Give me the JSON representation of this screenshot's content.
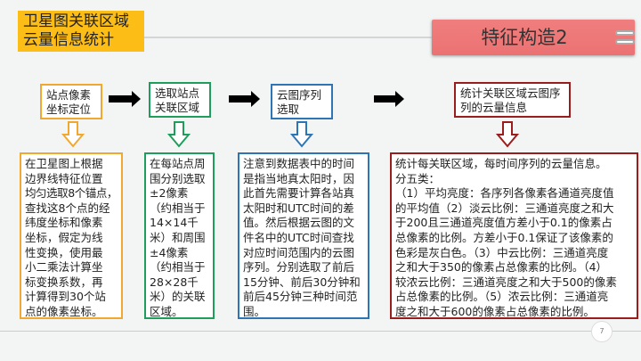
{
  "title_lines": [
    "卫星图关联区域",
    "云量信息统计"
  ],
  "section_title": "特征构造2",
  "colors": {
    "step1": "#f0a830",
    "step2": "#1e9e5a",
    "step3": "#2e75b6",
    "step4": "#9b1c1c",
    "title_bg": "#fbbd16",
    "section_bg": "#ee7777"
  },
  "steps": [
    {
      "lines": [
        "站点像素",
        "坐标定位"
      ]
    },
    {
      "lines": [
        "选取站点",
        "关联区域"
      ]
    },
    {
      "lines": [
        "云图序列",
        "选取"
      ]
    },
    {
      "lines": [
        "统计关联区域云图序",
        "列的云量信息"
      ]
    }
  ],
  "details": [
    {
      "lines": [
        "在卫星图上根据",
        "边界线特征位置",
        "均匀选取8个锚点，",
        "查找这8个点的经",
        "纬度坐标和像素",
        "坐标，假定为线",
        "性变换，使用最",
        "小二乘法计算坐",
        "标变换系数，再",
        "计算得到30个站",
        "点的像素坐标。"
      ]
    },
    {
      "lines": [
        "在每站点周",
        "围分别选取",
        "±2像素",
        "（约相当于",
        "14×14千",
        "米）和周围",
        "±4像素",
        "（约相当于",
        "28×28千",
        "米）的关联",
        "区域。"
      ]
    },
    {
      "lines": [
        "注意到数据表中的时间",
        "是指当地真太阳时，因",
        "此首先需要计算各站真",
        "太阳时和UTC时间的差",
        "值。然后根据云图的文",
        "件名中的UTC时间查找",
        "对应时间范围内的云图",
        "序列。分别选取了前后",
        "15分钟、前后30分钟和",
        "前后45分钟三种时间范",
        "围。"
      ]
    },
    {
      "lines": [
        "统计每关联区域，每时间序列的云量信息。",
        "分五类：",
        "（1）平均亮度：各序列各像素各通道亮度值",
        "的平均值（2）淡云比例：三通道亮度之和大",
        "于200且三通道亮度值方差小于0.1的像素占",
        "总像素的比例。方差小于0.1保证了该像素的",
        "色彩是灰白色。（3）中云比例：三通道亮度",
        "之和大于350的像素占总像素的比例。（4）",
        "较浓云比例：三通道亮度之和大于500的像素",
        "占总像素的比例。（5）浓云比例：三通道亮",
        "度之和大于600的像素占总像素的比例。"
      ]
    }
  ],
  "page_number": "7"
}
